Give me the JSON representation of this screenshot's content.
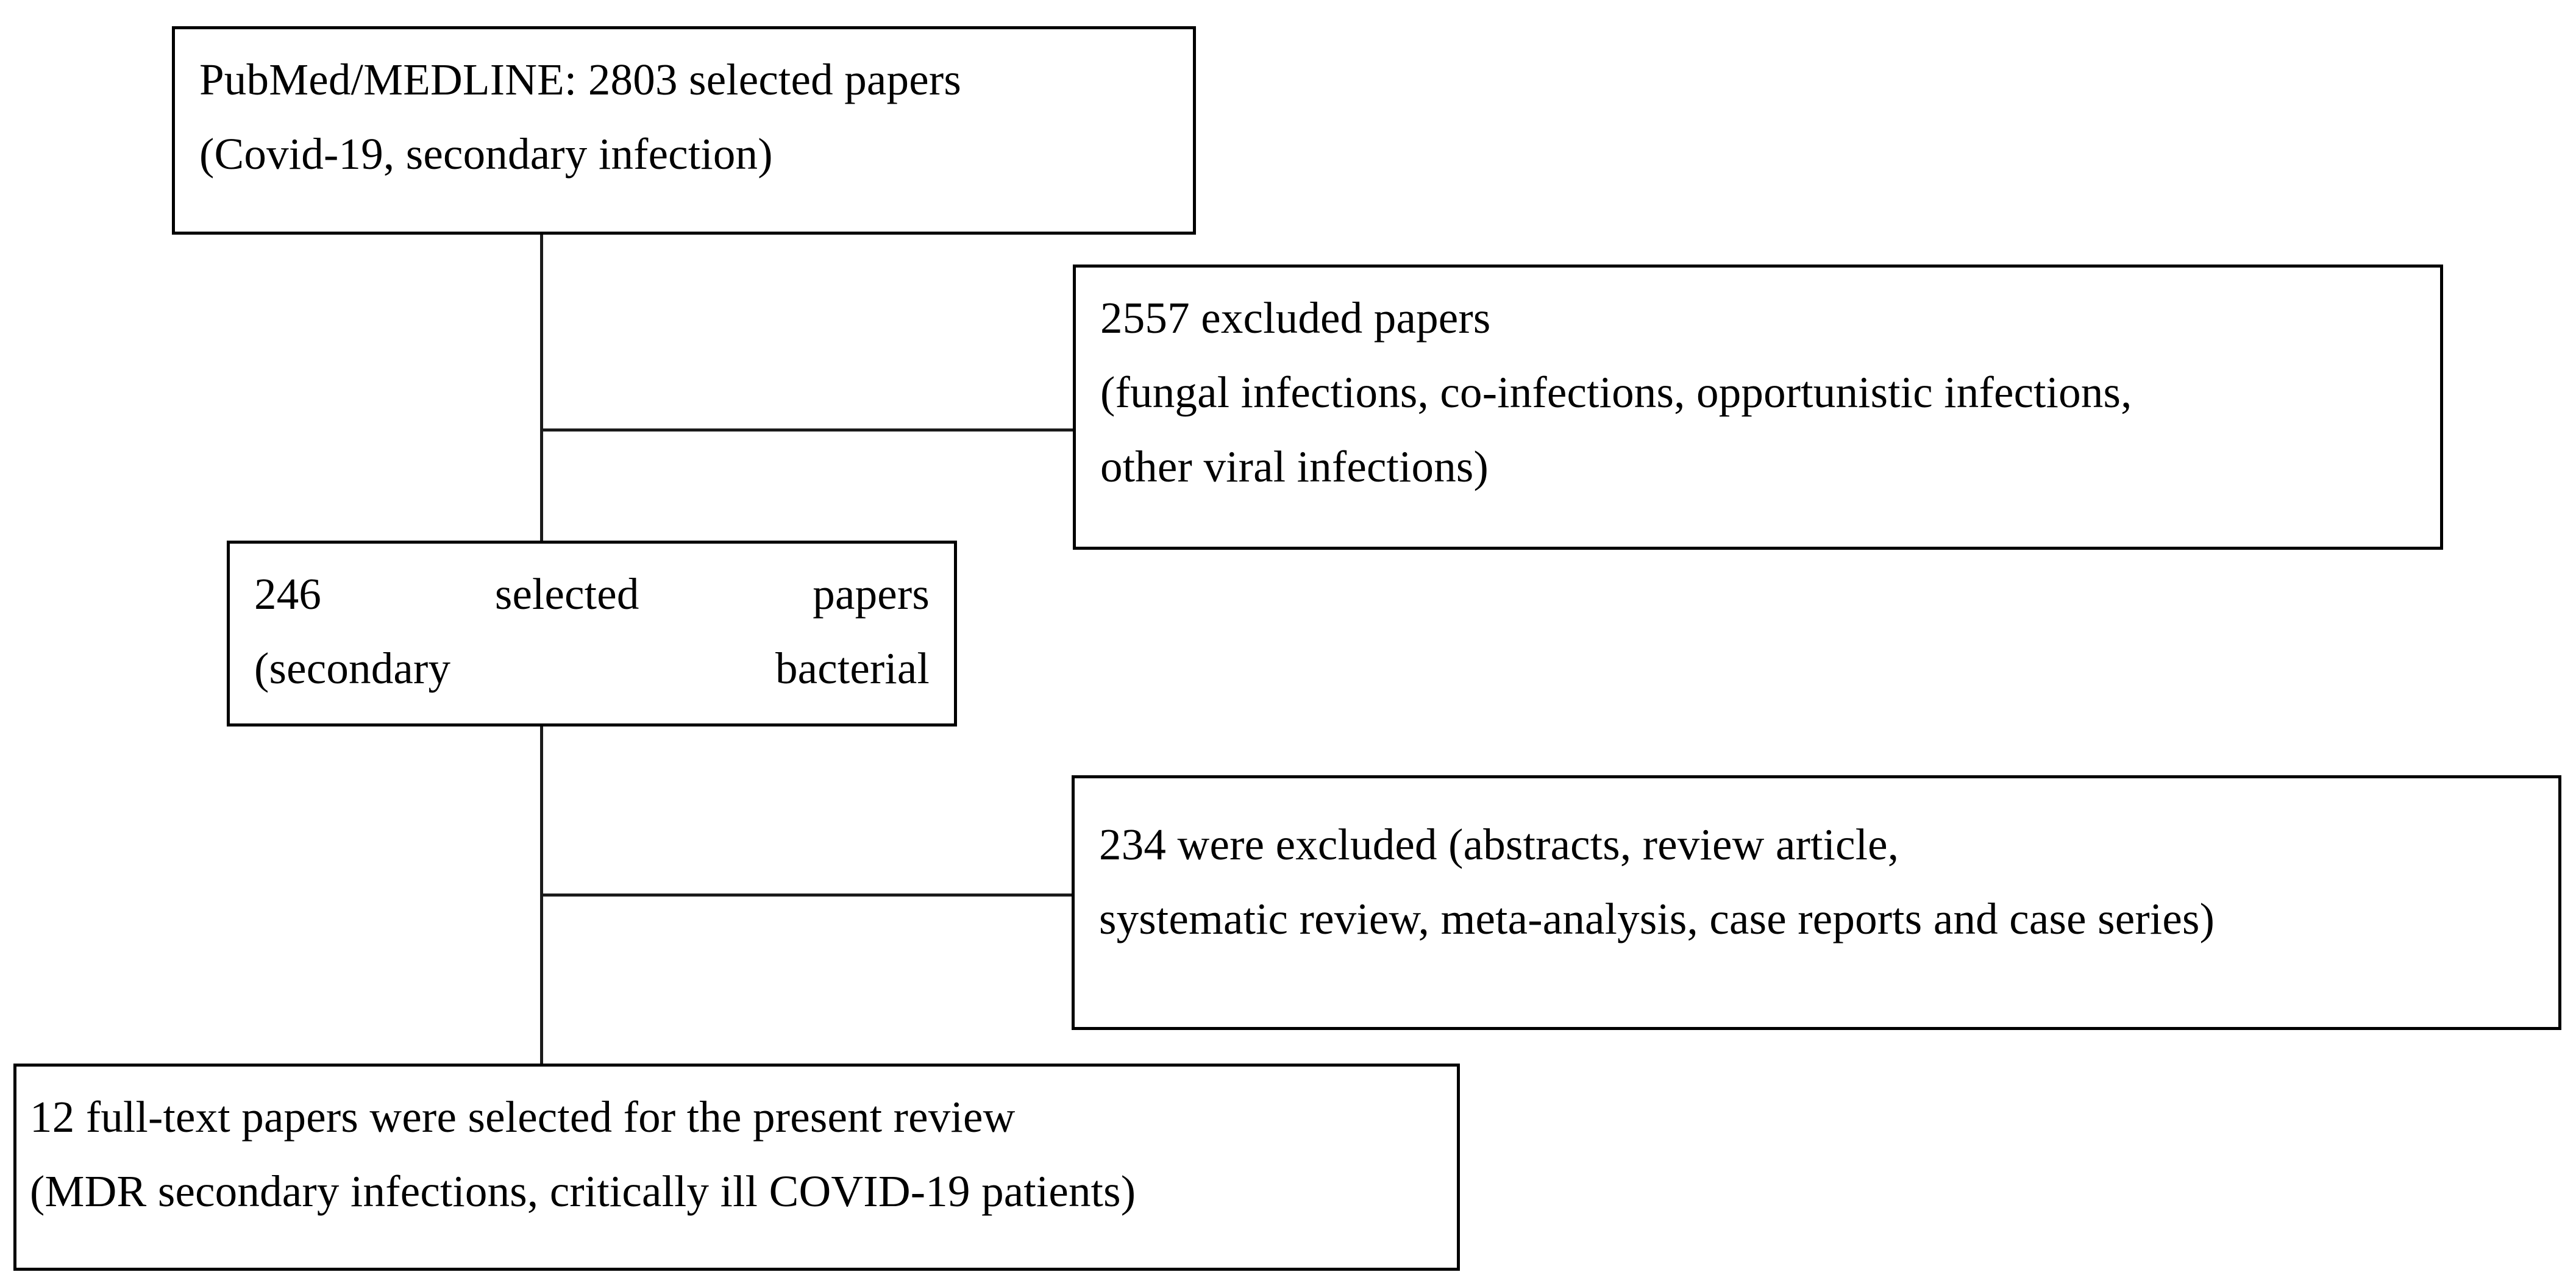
{
  "diagram": {
    "type": "prisma-flow-chart",
    "title": "Study selection flow",
    "stroke_color": "#000000",
    "background_color": "#ffffff",
    "nodes": [
      {
        "id": "source-records",
        "name": "pubmed-source-box",
        "lines": [
          "PubMed/MEDLINE: 2803 selected papers",
          "(Covid-19, secondary infection)"
        ],
        "count": 2803,
        "align": "left"
      },
      {
        "id": "excluded-first",
        "name": "first-exclusion-box",
        "lines": [
          "2557 excluded papers",
          "(fungal infections, co-infections, opportunistic infections,",
          "other viral infections)"
        ],
        "count": 2557,
        "align": "left"
      },
      {
        "id": "selected-246",
        "name": "selected-papers-box",
        "line1_segments": [
          "246",
          "selected",
          "papers"
        ],
        "line2_segments": [
          "(secondary",
          "bacterial"
        ],
        "count": 246,
        "align": "justify"
      },
      {
        "id": "excluded-second",
        "name": "second-exclusion-box",
        "lines": [
          "234 were excluded (abstracts, review article,",
          "systematic review, meta-analysis, case reports and case series)"
        ],
        "count": 234,
        "align": "left"
      },
      {
        "id": "included-final",
        "name": "included-papers-box",
        "lines": [
          "12 full-text papers were selected for the present review",
          "(MDR secondary infections, critically ill COVID-19 patients)"
        ],
        "count": 12,
        "align": "left"
      }
    ]
  }
}
